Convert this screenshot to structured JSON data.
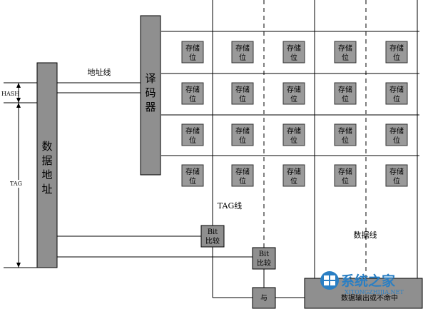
{
  "address_block": {
    "label": "数据地址"
  },
  "decoder": {
    "label": "译码器"
  },
  "labels": {
    "address_line": "地址线",
    "hash": "HASH",
    "tag": "TAG",
    "tag_line": "TAG线",
    "data_line": "数据线"
  },
  "memory_cell": {
    "line1": "存储",
    "line2": "位"
  },
  "comparators": [
    {
      "line1": "Bit",
      "line2": "比较"
    },
    {
      "line1": "Bit",
      "line2": "比较"
    }
  ],
  "and_gate": {
    "label": "与"
  },
  "output": {
    "label": "数据输出或不命中"
  },
  "watermark": {
    "title": "系统之家",
    "url": "XITONGZHIJIA.NET"
  },
  "colors": {
    "block_fill": "#8f8f8f",
    "cell_fill": "#9a9a9a",
    "line": "#000000",
    "watermark": "#2a7fc4"
  }
}
